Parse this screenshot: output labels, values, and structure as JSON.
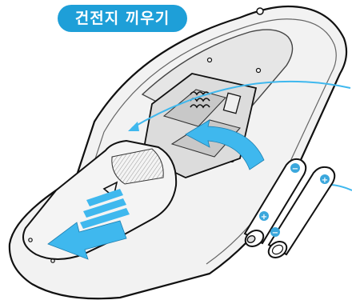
{
  "title": "건전지 끼우기",
  "colors": {
    "title_background": "#1e9fd8",
    "arrow_fill": "#3fb8ee",
    "battery_plus": "#3aa7dc",
    "outline": "#111111"
  },
  "battery_polarity_marks": [
    "plus",
    "minus"
  ]
}
